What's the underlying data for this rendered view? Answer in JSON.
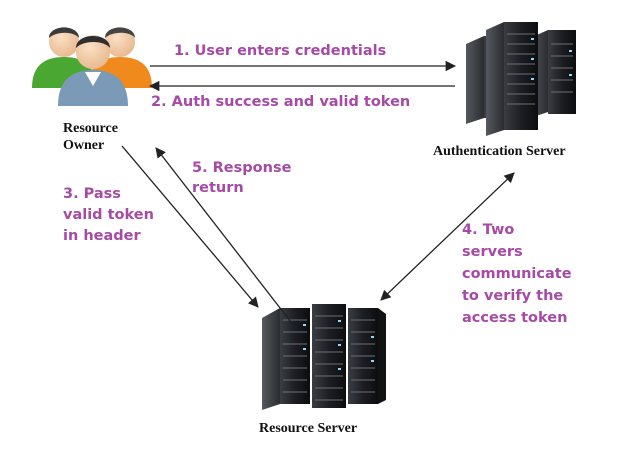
{
  "nodes": {
    "resource_owner": {
      "label_line1": "Resource",
      "label_line2": "Owner",
      "icon": "users-group-icon"
    },
    "auth_server": {
      "label": "Authentication Server",
      "icon": "server-rack-icon"
    },
    "resource_server": {
      "label": "Resource Server",
      "icon": "server-rack-icon"
    }
  },
  "steps": {
    "step1": {
      "line1": "1. User enters credentials"
    },
    "step2": {
      "line1": "2. Auth success and valid token"
    },
    "step3": {
      "line1": "3. Pass",
      "line2": "valid token",
      "line3": "in header"
    },
    "step4": {
      "line1": "4. Two",
      "line2": "servers",
      "line3": "communicate",
      "line4": "to verify the",
      "line5": "access token"
    },
    "step5": {
      "line1": "5. Response",
      "line2": "return"
    }
  },
  "colors": {
    "step_text": "#a64aa6",
    "node_text": "#111111",
    "arrow": "#222222"
  }
}
